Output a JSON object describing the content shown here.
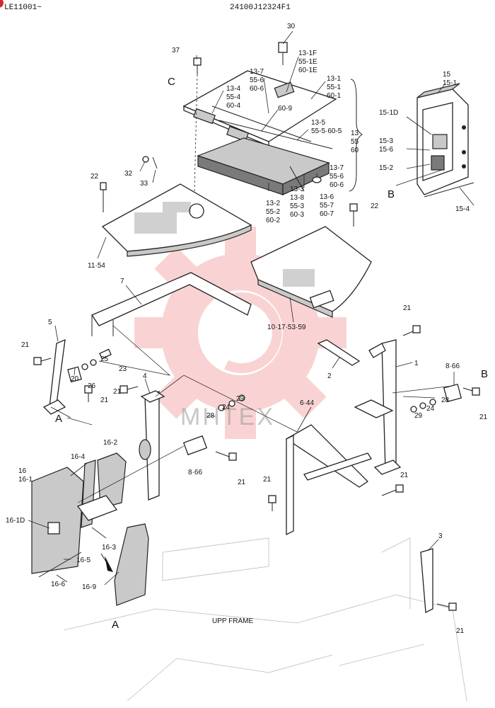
{
  "header": {
    "serial_range": "LE11001~",
    "drawing_code": "24100J12324F1"
  },
  "watermark": {
    "text": "MHTEX",
    "color": "#e83a3a"
  },
  "frame_label": "UPP FRAME",
  "view_letters": [
    "C",
    "B",
    "A",
    "A",
    "B"
  ],
  "callouts": {
    "c30": "30",
    "c37": "37",
    "c13_1f": "13-1F",
    "c55_1e": "55-1E",
    "c60_1e": "60-1E",
    "c13_7a": "13-7",
    "c55_6a": "55-6",
    "c60_6a": "60-6",
    "c13_1": "13-1",
    "c55_1": "55-1",
    "c60_1": "60-1",
    "c13_4": "13-4",
    "c55_4": "55-4",
    "c60_4": "60-4",
    "c60_9": "60-9",
    "c13_5": "13-5",
    "c55_5": "55-5·60-5",
    "c13": "13",
    "c55": "55",
    "c60": "60",
    "c13_7b": "13-7",
    "c55_6b": "55-6",
    "c60_6b": "60-6",
    "c13_6": "13-6",
    "c55_7": "55-7",
    "c60_7": "60-7",
    "c13_2": "13-2",
    "c55_2": "55-2",
    "c60_2": "60-2",
    "c13_3": "13-3",
    "c13_8": "13-8",
    "c55_3": "55-3",
    "c60_3": "60-3",
    "c32": "32",
    "c33": "33",
    "c22a": "22",
    "c22b": "22",
    "c11_54": "11·54",
    "c15": "15",
    "c15_1": "15-1",
    "c15_1d": "15-1D",
    "c15_3": "15-3",
    "c15_6": "15-6",
    "c15_2": "15-2",
    "c15_4": "15-4",
    "c7": "7",
    "c10_17": "10·17·53·59",
    "c5": "5",
    "c21a": "21",
    "c20": "20",
    "c26": "26",
    "c25": "25",
    "c23": "23",
    "c21b": "21",
    "c4": "4",
    "c21c": "21",
    "c28a": "28",
    "c24a": "24",
    "c29a": "29",
    "c8_66a": "8·66",
    "c21d": "21",
    "c2": "2",
    "c1": "1",
    "c21e": "21",
    "c8_66b": "8·66",
    "c29b": "29",
    "c24b": "24",
    "c28b": "28",
    "c21f": "21",
    "c6_44": "6·44",
    "c21g": "21",
    "c21h": "21",
    "c3": "3",
    "c21i": "21",
    "c16": "16",
    "c16_1": "16-1",
    "c16_4": "16-4",
    "c16_2": "16-2",
    "c16_1d": "16-1D",
    "c16_3": "16-3",
    "c16_5": "16-5",
    "c16_6": "16-6",
    "c16_9": "16-9"
  }
}
